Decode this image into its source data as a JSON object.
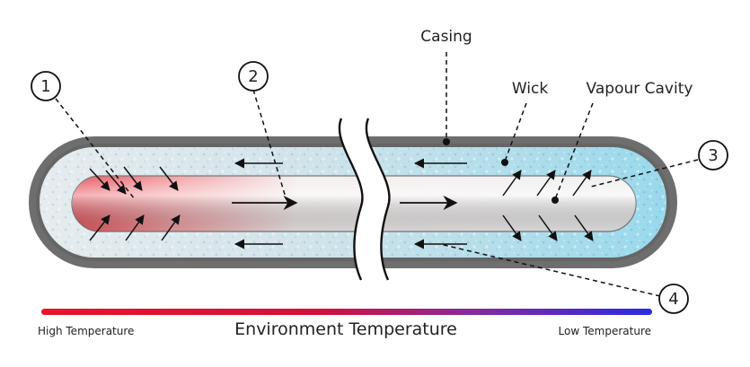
{
  "labels": {
    "casing": "Casing",
    "wick": "Wick",
    "vapour_cavity": "Vapour Cavity"
  },
  "markers": [
    "1",
    "2",
    "3",
    "4"
  ],
  "scale": {
    "high": "High Temperature",
    "title": "Environment Temperature",
    "low": "Low Temperature"
  },
  "colors": {
    "casing": "#6e6e6e",
    "wick_hot": "#dde6ea",
    "wick_cold": "#a9dcea",
    "vapour_hot": "#e85a64",
    "vapour_mid": "#f5f5f5",
    "scale_hot": "#e8142a",
    "scale_cold": "#2a2ae8"
  }
}
